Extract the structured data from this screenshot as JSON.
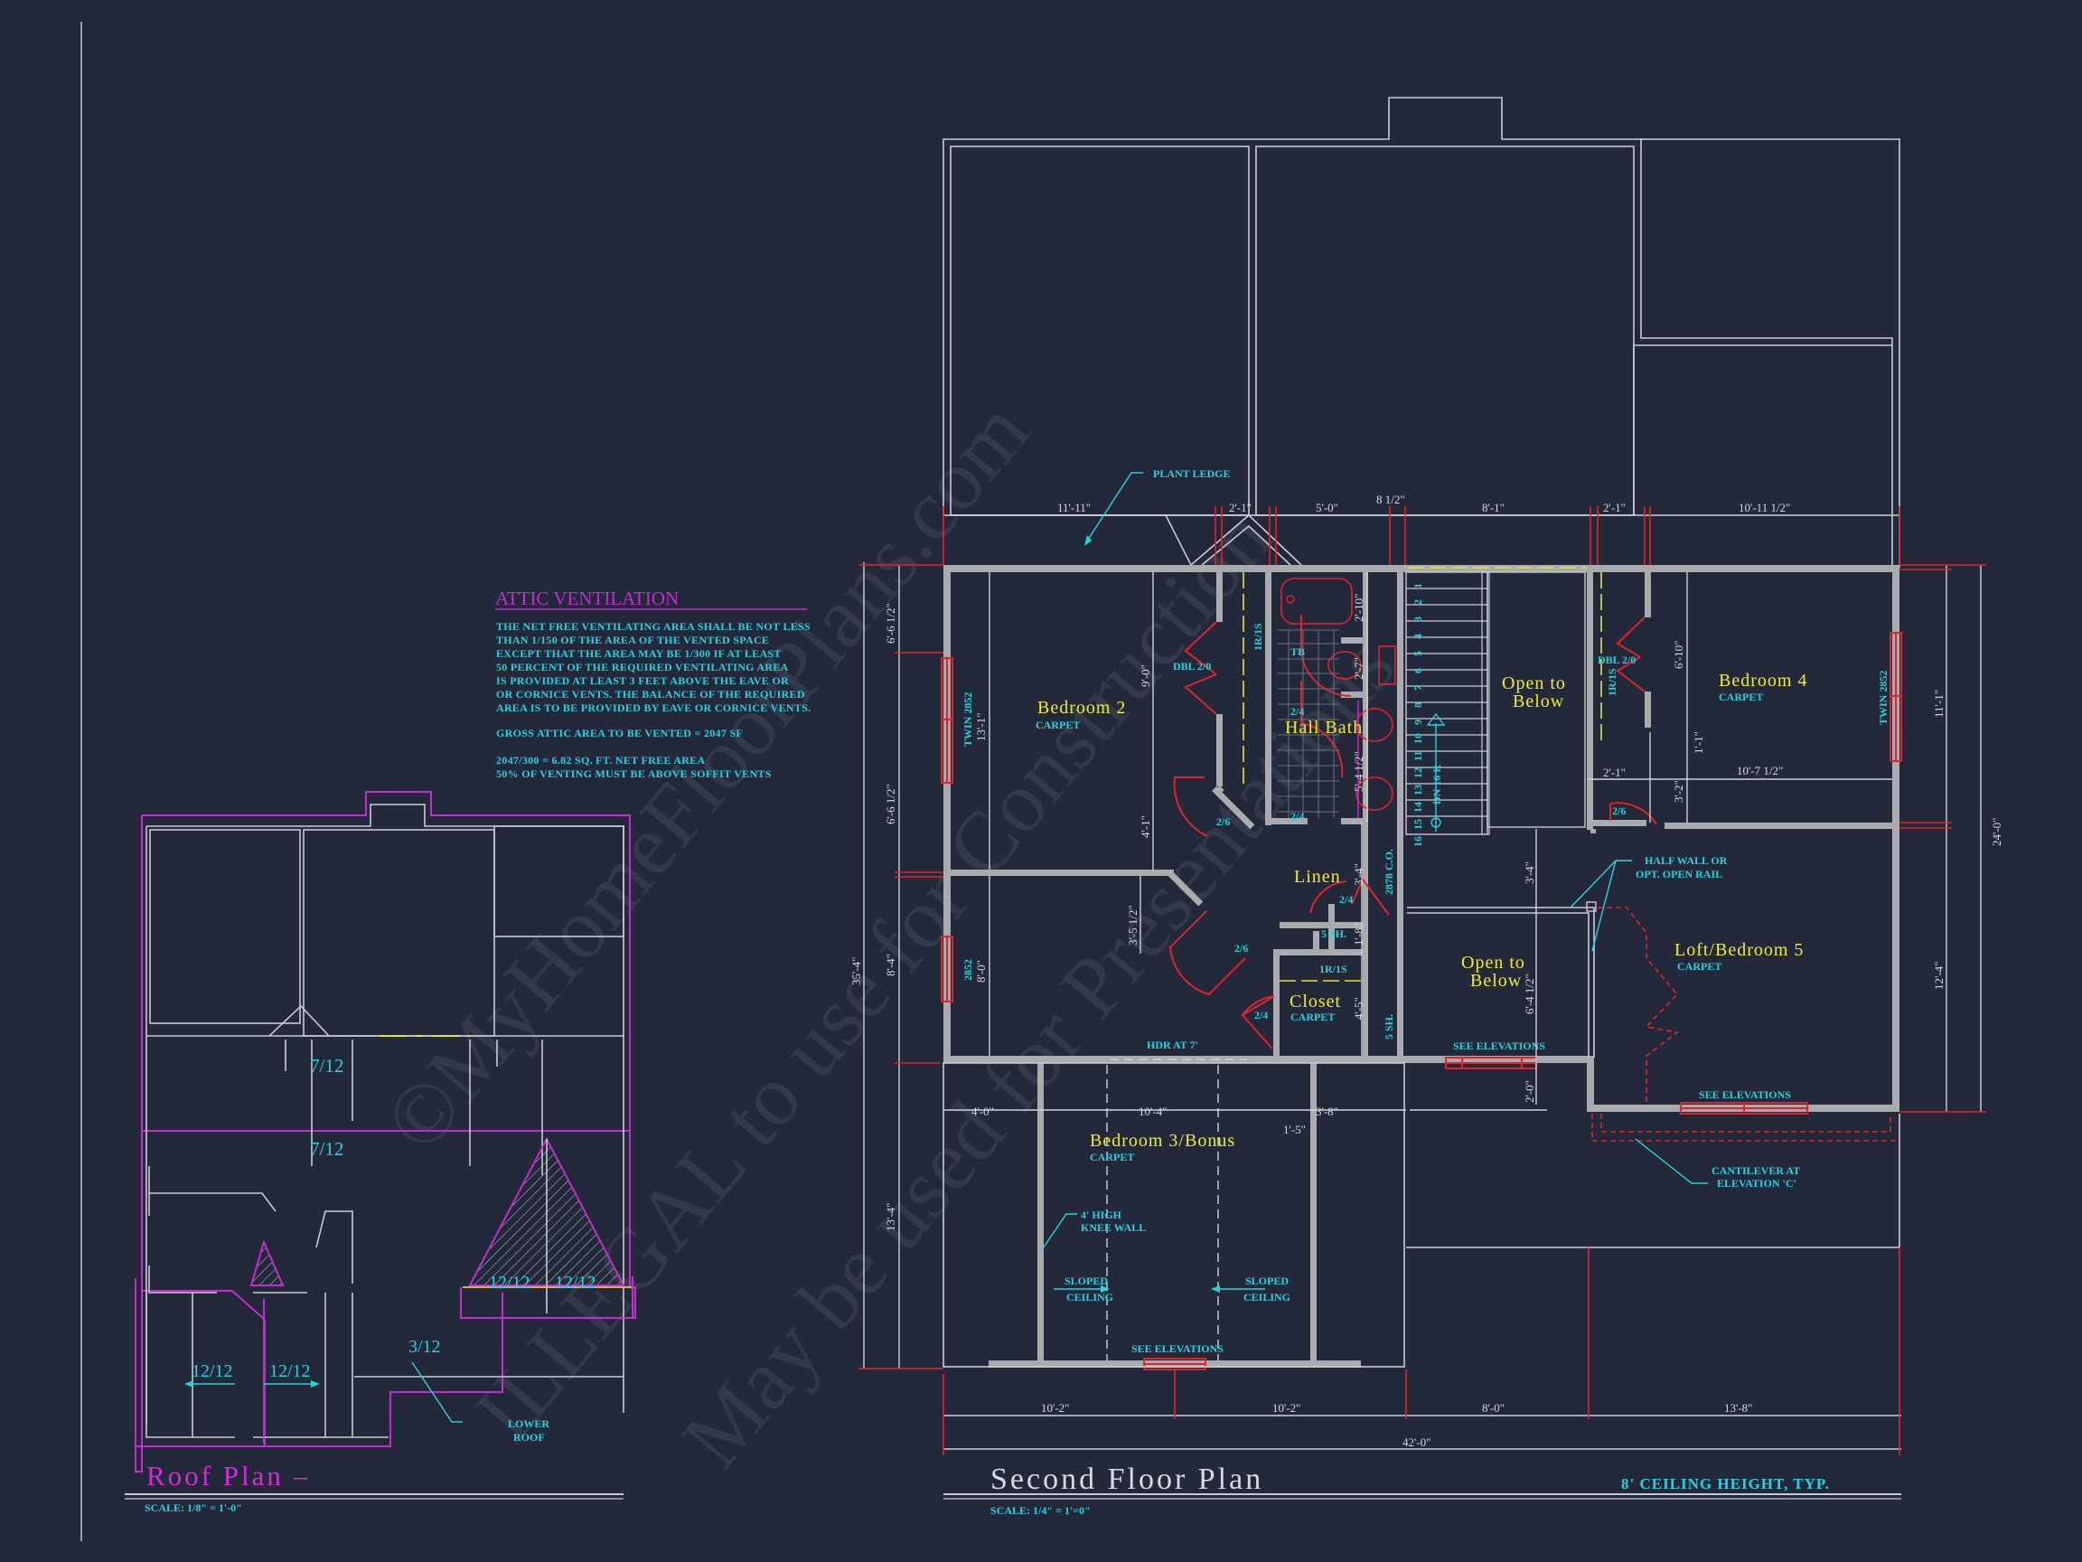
{
  "watermark": {
    "line1": "©MyHomeFloorPlans.com",
    "line2": "ILLEGAL to use for Construction",
    "line3": "May be used for Presentations"
  },
  "attic_ventilation": {
    "title": "ATTIC VENTILATION",
    "body": [
      "THE NET FREE VENTILATING AREA SHALL BE NOT LESS",
      "THAN 1/150 OF THE AREA OF THE VENTED SPACE",
      "EXCEPT THAT THE AREA MAY BE 1/300 IF AT LEAST",
      "50 PERCENT OF THE REQUIRED VENTILATING AREA",
      "IS PROVIDED AT LEAST 3 FEET ABOVE THE EAVE OR",
      "OR CORNICE VENTS.  THE BALANCE OF THE REQUIRED",
      "AREA IS TO BE PROVIDED BY EAVE OR CORNICE VENTS."
    ],
    "gross_area": "GROSS ATTIC AREA TO BE VENTED = 2047 SF",
    "calc_line1": "2047/300 = 6.82 SQ. FT. NET FREE AREA",
    "calc_line2": "50% OF VENTING MUST BE ABOVE SOFFIT VENTS"
  },
  "roof_plan": {
    "title": "Roof Plan  –",
    "scale": "SCALE:  1/8\"  =  1'-0\"",
    "pitches": [
      "7/12",
      "7/12",
      "12/12",
      "12/12",
      "12/12",
      "12/12",
      "3/12"
    ],
    "lower_roof_label": [
      "LOWER",
      "ROOF"
    ]
  },
  "second_floor_plan": {
    "title": "Second  Floor  Plan",
    "scale": "SCALE:  1/4\"  =  1'=0\"",
    "ceiling_note": "8'  CEILING  HEIGHT,  TYP.",
    "rooms": {
      "bedroom2": {
        "name": "Bedroom  2",
        "floor": "CARPET"
      },
      "hall_bath": {
        "name": "Hall  Bath"
      },
      "open_below_1": {
        "name": [
          "Open  to",
          "Below"
        ]
      },
      "bedroom4": {
        "name": "Bedroom  4",
        "floor": "CARPET"
      },
      "linen": {
        "name": "Linen"
      },
      "closet": {
        "name": "Closet",
        "floor": "CARPET"
      },
      "open_below_2": {
        "name": [
          "Open  to",
          "Below"
        ]
      },
      "loft": {
        "name": "Loft/Bedroom  5",
        "floor": "CARPET"
      },
      "bedroom3": {
        "name": "Bedroom  3/Bonus",
        "floor": "CARPET"
      }
    },
    "notes": {
      "plant_ledge": "PLANT  LEDGE",
      "dbl_left": "DBL  2/0",
      "dbl_right": "DBL  2/0",
      "ir_is_1": "1R/1S",
      "ir_is_2": "1R/1S",
      "ir_is_3": "1R/1S",
      "tb": "TB",
      "door_24a": "2/4",
      "door_24b": "2/4",
      "door_24c": "2/4",
      "door_24d": "2/4",
      "door_26a": "2/6",
      "door_26b": "2/6",
      "door_26c": "2/6",
      "twin_left": "TWIN  2852",
      "twin_right": "TWIN  2852",
      "win_2852": "2852",
      "co_2878": "2878  C.O.",
      "shelf_5a": "5  SH.",
      "shelf_5b": "5  SH.",
      "stair_dn": "DN  16  R",
      "half_wall": [
        "HALF  WALL  OR",
        "OPT.  OPEN  RAIL"
      ],
      "hdr": "HDR  AT  7'",
      "see_elev_1": "SEE  ELEVATIONS",
      "see_elev_2": "SEE  ELEVATIONS",
      "see_elev_3": "SEE  ELEVATIONS",
      "cantilever": [
        "CANTILEVER  AT",
        "ELEVATION  'C'"
      ],
      "knee_wall": [
        "4'  HIGH",
        "KNEE  WALL"
      ],
      "sloped_left": [
        "SLOPED",
        "CEILING"
      ],
      "sloped_right": [
        "SLOPED",
        "CEILING"
      ]
    },
    "stair_treads": [
      "1",
      "2",
      "3",
      "4",
      "5",
      "6",
      "7",
      "8",
      "9",
      "10",
      "11",
      "12",
      "13",
      "14",
      "15",
      "16"
    ],
    "dimensions": {
      "top": [
        "11'-11\"",
        "2'-1\"",
        "5'-0\"",
        "8 1/2\"",
        "8'-1\"",
        "2'-1\"",
        "10'-11 1/2\""
      ],
      "bottom": [
        "10'-2\"",
        "10'-2\"",
        "8'-0\"",
        "13'-8\""
      ],
      "overall_width": "42'-0\"",
      "left_inner": [
        "6'-6 1/2\"",
        "6'-6 1/2\"",
        "8'-4\"",
        "13'-4\""
      ],
      "left_overall": "35'-4\"",
      "right_inner": [
        "11'-1\"",
        "12'-4\""
      ],
      "right_overall": "24'-0\"",
      "interior": {
        "bed2_width": "13'-1\"",
        "bed2_9_0": "9'-0\"",
        "bed2_4_1": "4'-1\"",
        "bath_2_10": "2'-10\"",
        "bath_2_7": "2'-7\"",
        "bath_5_4": "5'-4 1/2\"",
        "linen_3_4": "3'-4\"",
        "linen_1_8": "1'-8\"",
        "closet_4_5": "4'-5\"",
        "hall_3_5": "3'-5 1/2\"",
        "bed_lower_8_0": "8'-0\"",
        "bed4_6_10": "6'-10\"",
        "bed4_1_1": "1'-1\"",
        "bed4_3_2": "3'-2\"",
        "bed4_2_1": "2'-1\"",
        "bed4_10_7": "10'-7 1/2\"",
        "open_3_4": "3'-4\"",
        "open_6_4": "6'-4 1/2\"",
        "open_2_0": "2'-0\"",
        "bonus_4_0": "4'-0\"",
        "bonus_10_4": "10'-4\"",
        "bonus_1_5": "1'-5\"",
        "bonus_3_8": "3'-8\""
      }
    }
  },
  "colors": {
    "background": "#23283a",
    "walls": "#a9abaf",
    "room_labels": "#f0ec2a",
    "notes": "#27d3e0",
    "dimensions": "#d8dae0",
    "roof_outline": "#c42ccf",
    "windows_doors": "#e0242c"
  }
}
